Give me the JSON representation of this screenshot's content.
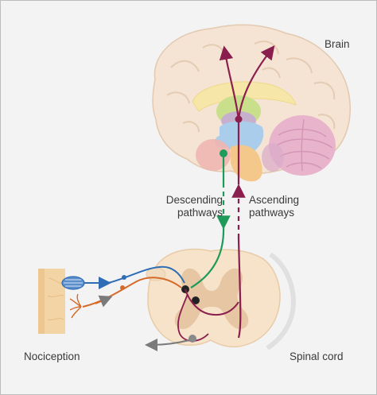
{
  "labels": {
    "brain": "Brain",
    "descending": [
      "Descending",
      "pathways"
    ],
    "ascending": [
      "Ascending",
      "pathways"
    ],
    "nociception": "Nociception",
    "spinal_cord": "Spinal cord"
  },
  "colors": {
    "ascending_pathway": "#8a1f4d",
    "descending_pathway": "#1e9a5a",
    "sensory_neuron": "#2f6db5",
    "nociceptor_neuron": "#d46a2a",
    "motor_neuron": "#7a7a7a",
    "brain_cortex": "#f6e6d6",
    "spinal_cord": "#f7e6cf",
    "skin": "#f5d6a7"
  },
  "icons": {
    "receptor": "lamellar-corpuscle-icon",
    "free_nerve_ending": "nerve-ending-icon"
  }
}
